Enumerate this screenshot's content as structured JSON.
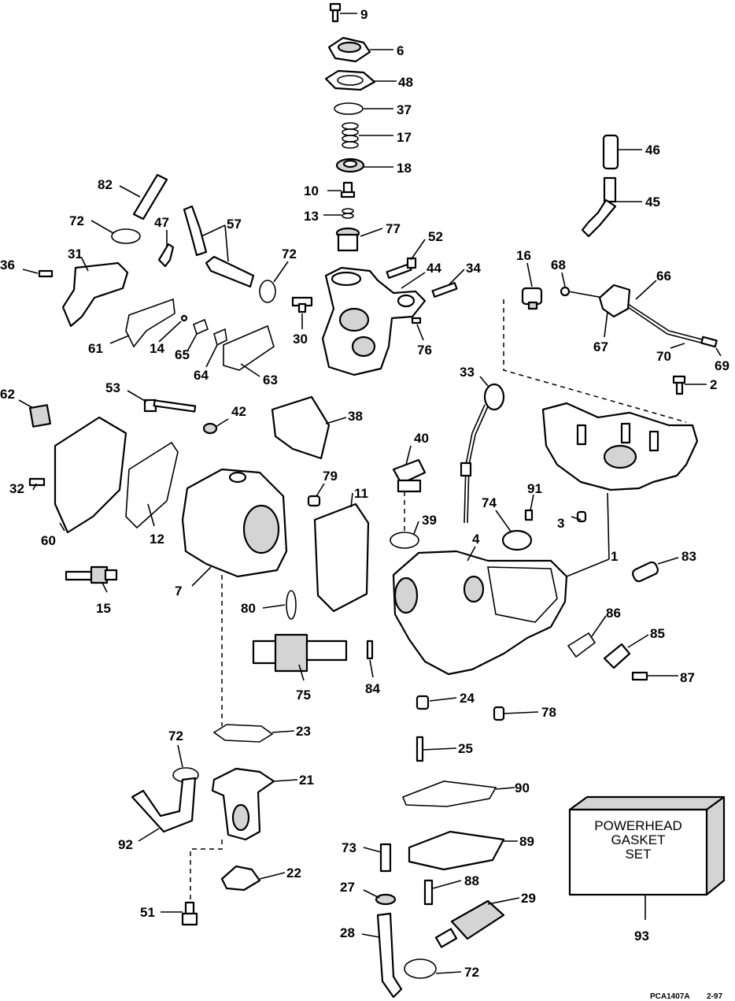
{
  "callouts": [
    {
      "id": "9",
      "label": "9"
    },
    {
      "id": "6",
      "label": "6"
    },
    {
      "id": "48",
      "label": "48"
    },
    {
      "id": "37",
      "label": "37"
    },
    {
      "id": "17",
      "label": "17"
    },
    {
      "id": "18",
      "label": "18"
    },
    {
      "id": "10",
      "label": "10"
    },
    {
      "id": "13",
      "label": "13"
    },
    {
      "id": "77",
      "label": "77"
    },
    {
      "id": "46",
      "label": "46"
    },
    {
      "id": "45",
      "label": "45"
    },
    {
      "id": "82",
      "label": "82"
    },
    {
      "id": "72a",
      "label": "72"
    },
    {
      "id": "47",
      "label": "47"
    },
    {
      "id": "57",
      "label": "57"
    },
    {
      "id": "72b",
      "label": "72"
    },
    {
      "id": "52",
      "label": "52"
    },
    {
      "id": "44",
      "label": "44"
    },
    {
      "id": "34",
      "label": "34"
    },
    {
      "id": "16",
      "label": "16"
    },
    {
      "id": "68",
      "label": "68"
    },
    {
      "id": "66",
      "label": "66"
    },
    {
      "id": "36",
      "label": "36"
    },
    {
      "id": "31",
      "label": "31"
    },
    {
      "id": "30",
      "label": "30"
    },
    {
      "id": "76",
      "label": "76"
    },
    {
      "id": "67",
      "label": "67"
    },
    {
      "id": "70",
      "label": "70"
    },
    {
      "id": "69",
      "label": "69"
    },
    {
      "id": "61",
      "label": "61"
    },
    {
      "id": "14",
      "label": "14"
    },
    {
      "id": "65",
      "label": "65"
    },
    {
      "id": "64",
      "label": "64"
    },
    {
      "id": "63",
      "label": "63"
    },
    {
      "id": "33",
      "label": "33"
    },
    {
      "id": "2",
      "label": "2"
    },
    {
      "id": "62",
      "label": "62"
    },
    {
      "id": "53",
      "label": "53"
    },
    {
      "id": "42",
      "label": "42"
    },
    {
      "id": "38",
      "label": "38"
    },
    {
      "id": "40",
      "label": "40"
    },
    {
      "id": "32",
      "label": "32"
    },
    {
      "id": "79",
      "label": "79"
    },
    {
      "id": "11",
      "label": "11"
    },
    {
      "id": "91",
      "label": "91"
    },
    {
      "id": "74",
      "label": "74"
    },
    {
      "id": "39",
      "label": "39"
    },
    {
      "id": "3",
      "label": "3"
    },
    {
      "id": "60",
      "label": "60"
    },
    {
      "id": "12",
      "label": "12"
    },
    {
      "id": "4",
      "label": "4"
    },
    {
      "id": "1",
      "label": "1"
    },
    {
      "id": "83",
      "label": "83"
    },
    {
      "id": "7",
      "label": "7"
    },
    {
      "id": "15",
      "label": "15"
    },
    {
      "id": "80",
      "label": "80"
    },
    {
      "id": "86",
      "label": "86"
    },
    {
      "id": "85",
      "label": "85"
    },
    {
      "id": "87",
      "label": "87"
    },
    {
      "id": "75",
      "label": "75"
    },
    {
      "id": "84",
      "label": "84"
    },
    {
      "id": "24",
      "label": "24"
    },
    {
      "id": "78",
      "label": "78"
    },
    {
      "id": "23",
      "label": "23"
    },
    {
      "id": "25",
      "label": "25"
    },
    {
      "id": "72c",
      "label": "72"
    },
    {
      "id": "21",
      "label": "21"
    },
    {
      "id": "90",
      "label": "90"
    },
    {
      "id": "92",
      "label": "92"
    },
    {
      "id": "73",
      "label": "73"
    },
    {
      "id": "89",
      "label": "89"
    },
    {
      "id": "22",
      "label": "22"
    },
    {
      "id": "27",
      "label": "27"
    },
    {
      "id": "88",
      "label": "88"
    },
    {
      "id": "29",
      "label": "29"
    },
    {
      "id": "51",
      "label": "51"
    },
    {
      "id": "28",
      "label": "28"
    },
    {
      "id": "93",
      "label": "93"
    },
    {
      "id": "72d",
      "label": "72"
    }
  ],
  "gasket_box": {
    "line1": "POWERHEAD",
    "line2": "GASKET",
    "line3": "SET"
  },
  "reference": {
    "code": "PCA1407A",
    "date": "2-97"
  }
}
